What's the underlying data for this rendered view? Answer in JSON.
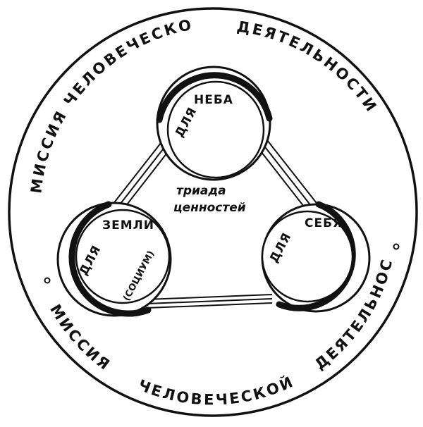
{
  "outer_ring": {
    "top_left": "МИССИЯ ЧЕЛОВЕЧЕСКОЙ",
    "top_right": "ДЕЯТЕЛЬНОСТИ",
    "bottom_left": "МИССИЯ",
    "bottom_middle": "ЧЕЛОВЕЧЕСКОЙ",
    "bottom_right": "ДЕЯТЕЛЬНОСТИ"
  },
  "nodes": {
    "top": {
      "prefix": "ДЛЯ",
      "label": "НЕБА"
    },
    "left": {
      "prefix": "ДЛЯ",
      "label": "ЗЕМЛИ",
      "note": "(СОЦИУМ)"
    },
    "right": {
      "prefix": "ДЛЯ",
      "label": "СЕБЯ"
    }
  },
  "center": {
    "line1": "триада",
    "line2": "ценностей"
  },
  "colors": {
    "ink": "#111111",
    "background": "#ffffff"
  }
}
